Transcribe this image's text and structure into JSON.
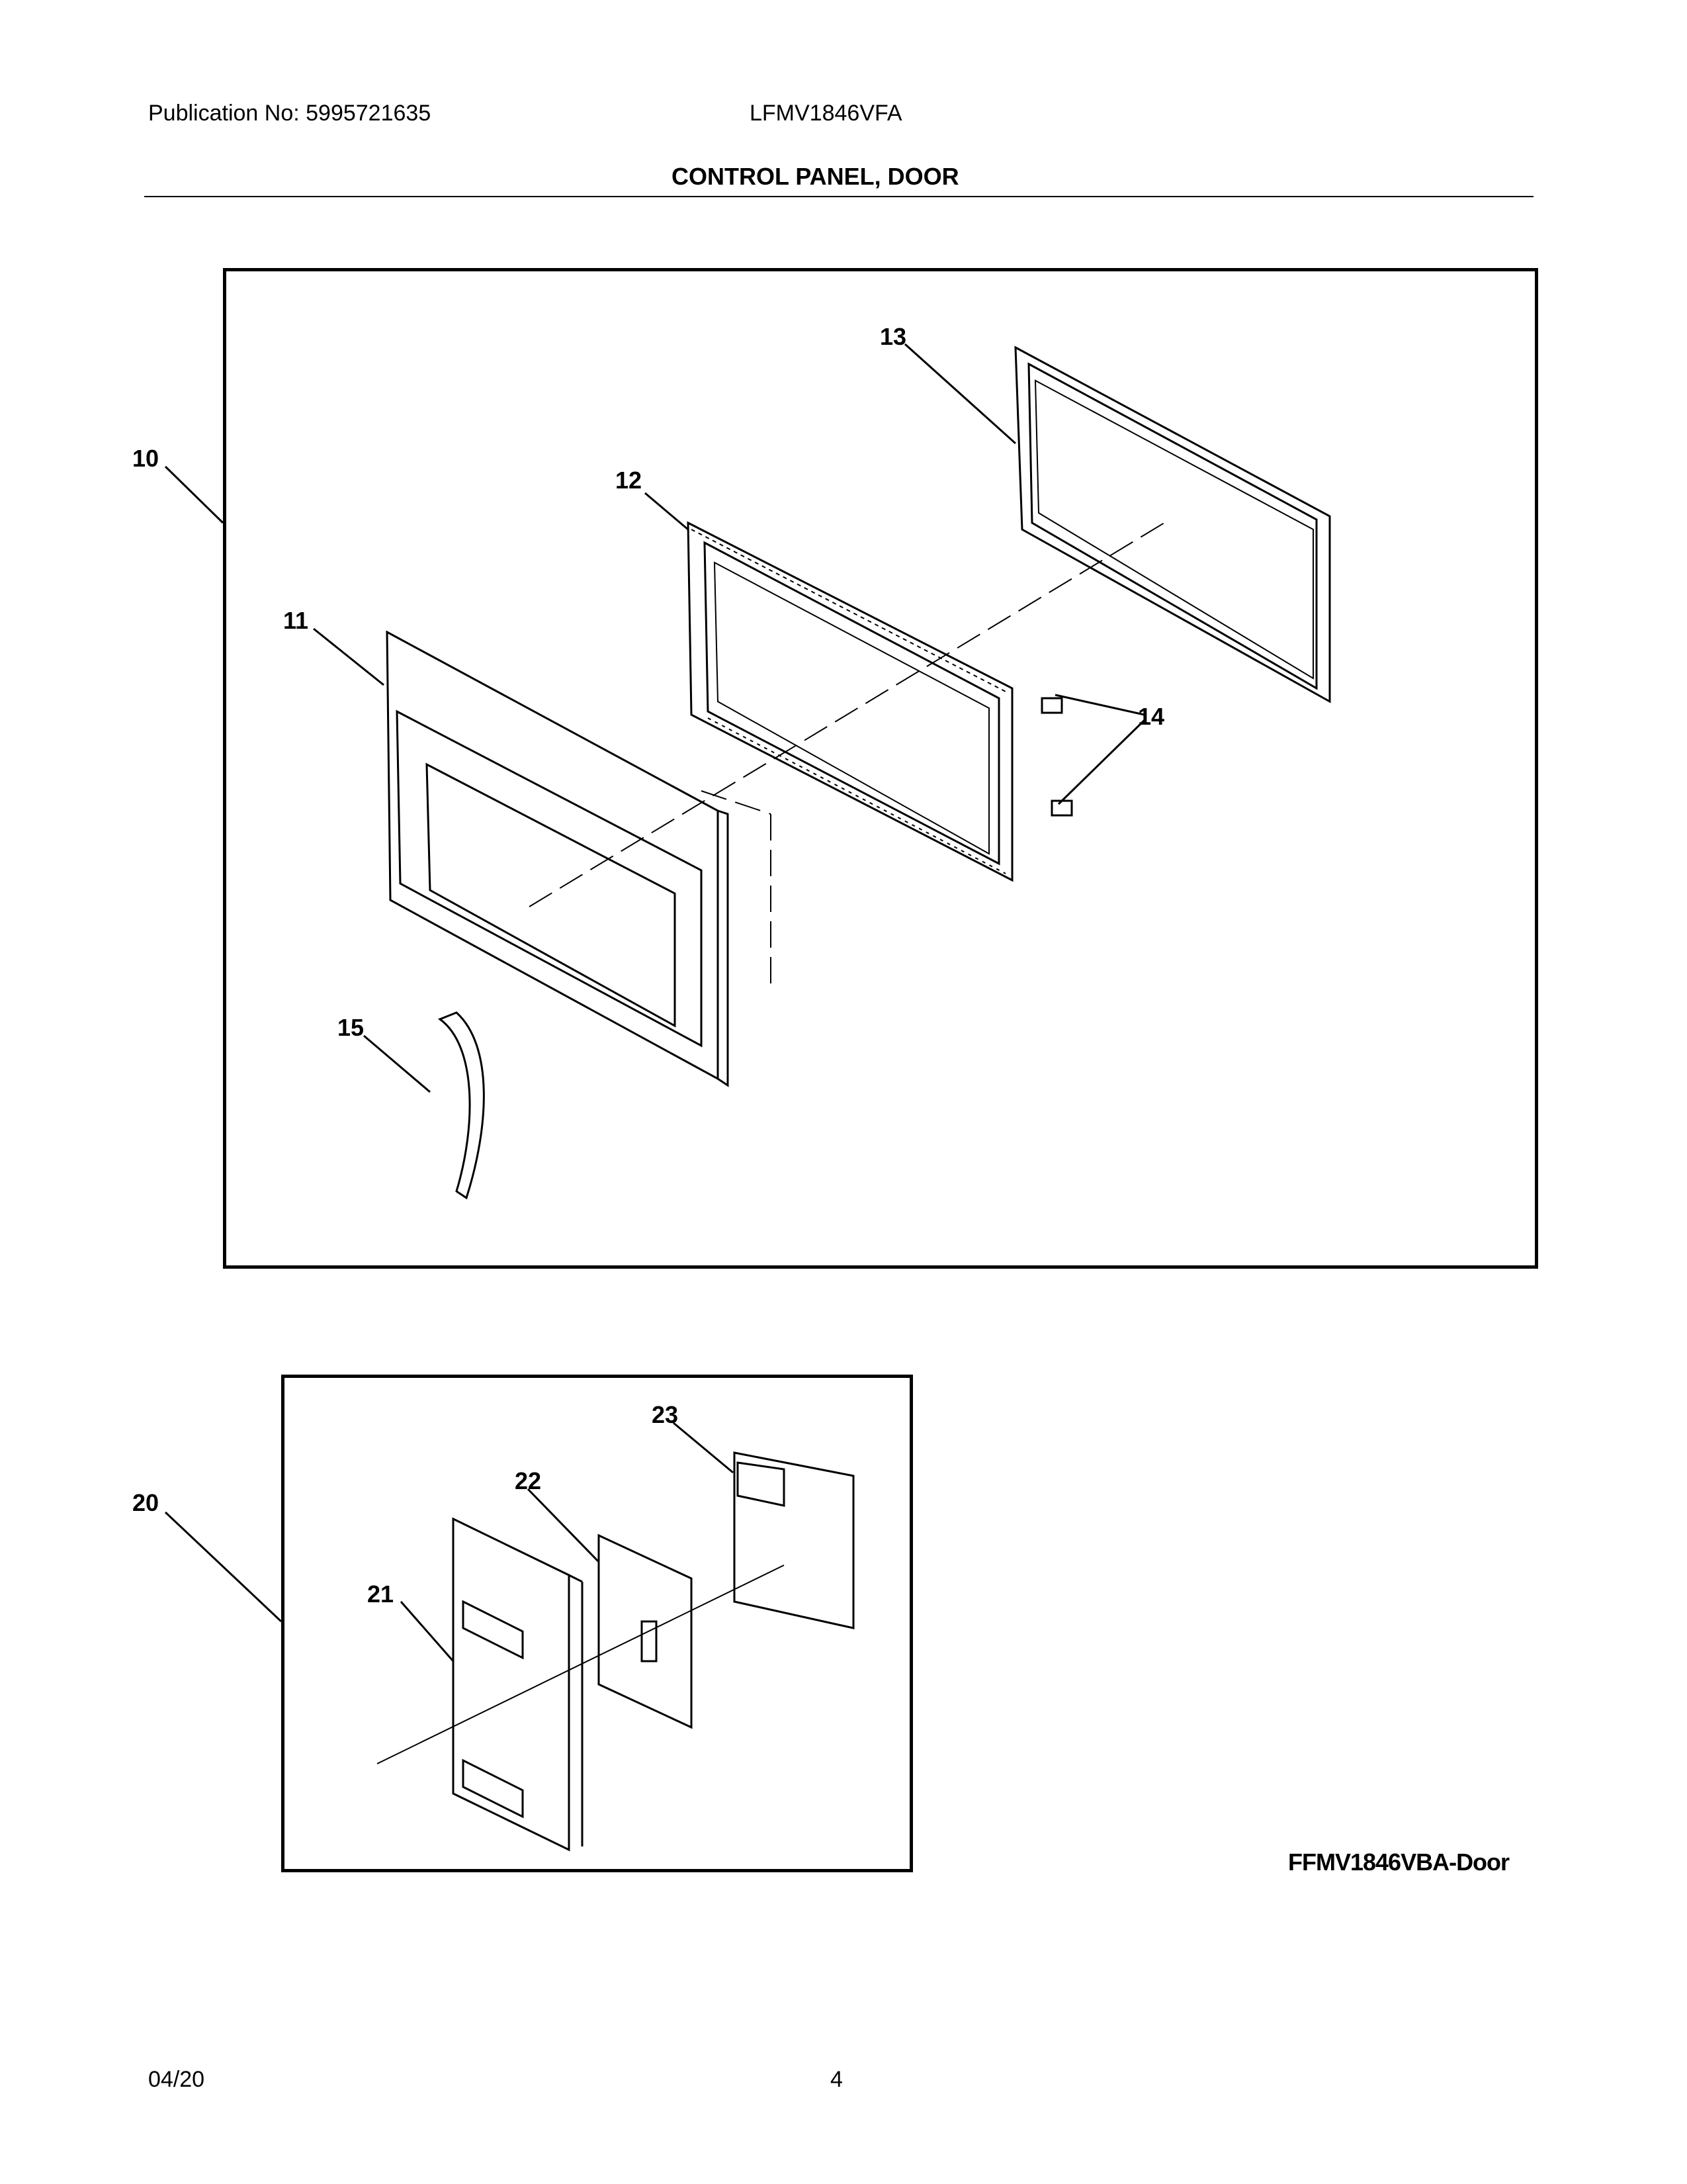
{
  "header": {
    "publication": "Publication No: 5995721635",
    "model": "LFMV1846VFA",
    "section_title": "CONTROL PANEL, DOOR"
  },
  "callouts": {
    "c10": "10",
    "c11": "11",
    "c12": "12",
    "c13": "13",
    "c14": "14",
    "c15": "15",
    "c20": "20",
    "c21": "21",
    "c22": "22",
    "c23": "23"
  },
  "diagram_name": "FFMV1846VBA-Door",
  "footer": {
    "date": "04/20",
    "page": "4"
  }
}
